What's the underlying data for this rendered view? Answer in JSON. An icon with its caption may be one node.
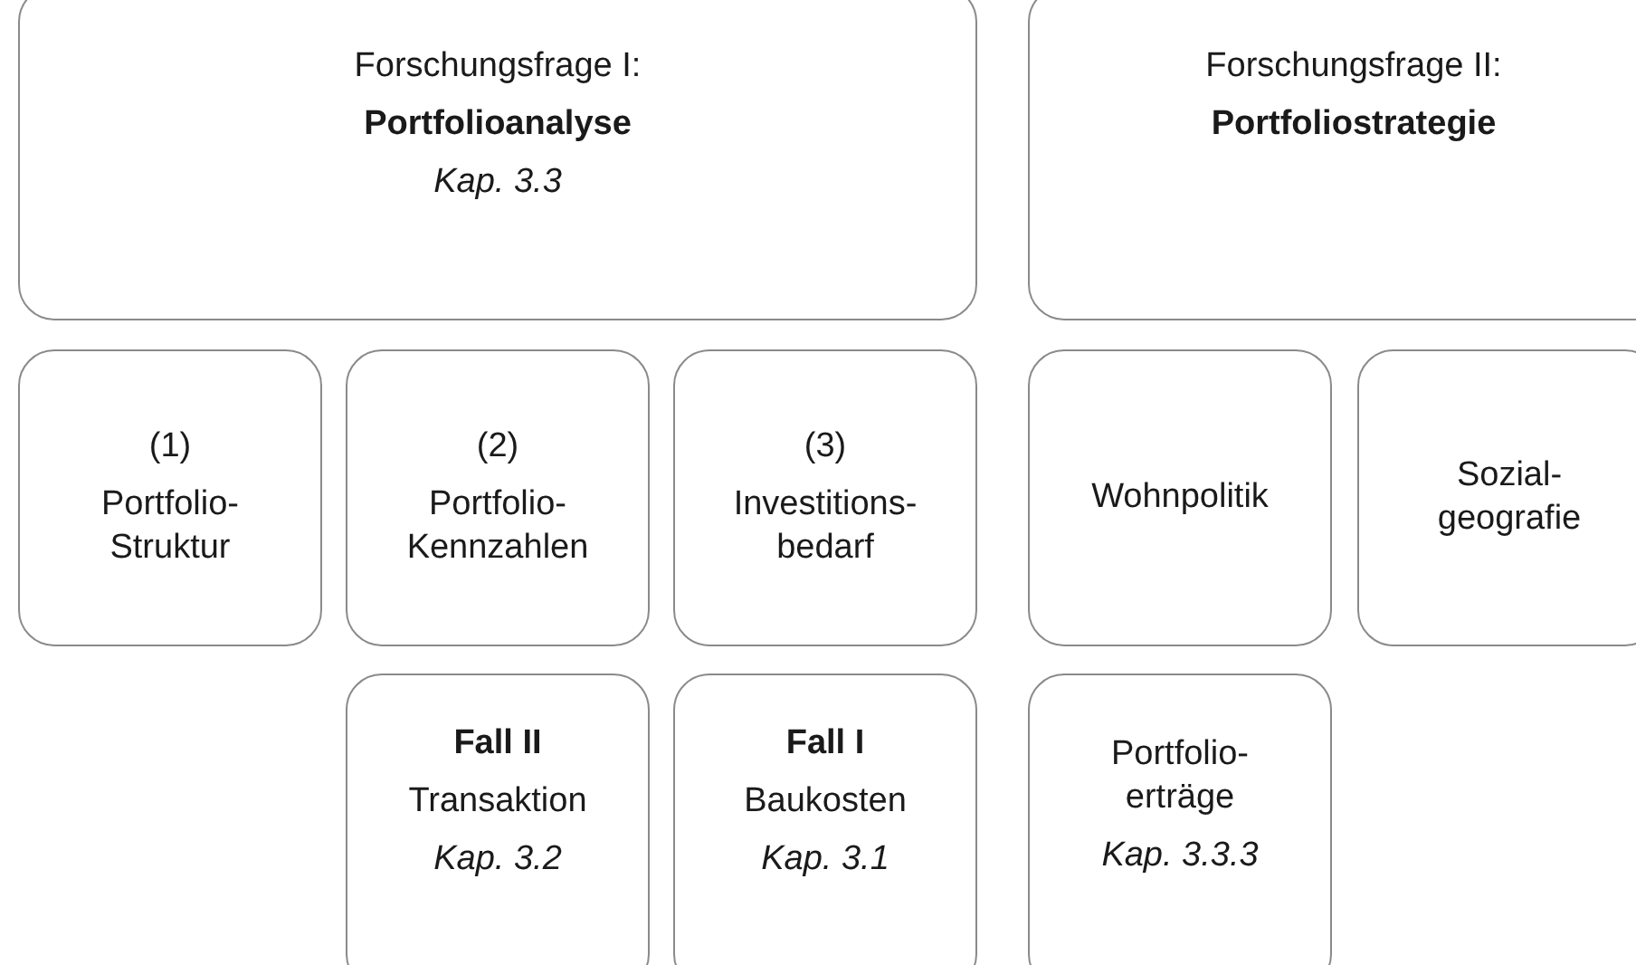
{
  "diagram": {
    "nodes": [
      {
        "text": [
          "Forschungsfrage I:",
          "Portfolioanalyse",
          "Kap. 3.3"
        ]
      },
      {
        "text": [
          "Forschungsfrage II:",
          "Portfoliostrategie"
        ]
      },
      {
        "text": [
          "(1)",
          "Portfolio- Struktur"
        ]
      },
      {
        "text": [
          "(2)",
          "Portfolio- Kennzahlen"
        ]
      },
      {
        "text": [
          "(3)",
          "Investitions- bedarf"
        ]
      },
      {
        "text": [
          "Wohnpolitik"
        ]
      },
      {
        "text": [
          "Sozial- geografie"
        ]
      },
      {
        "text": [
          "Fall II",
          "Transaktion",
          "Kap. 3.2"
        ]
      },
      {
        "text": [
          "Fall I",
          "Baukosten",
          "Kap. 3.1"
        ]
      },
      {
        "text": [
          "Portfolio- erträge",
          "Kap. 3.3.3"
        ]
      }
    ],
    "edges": []
  }
}
